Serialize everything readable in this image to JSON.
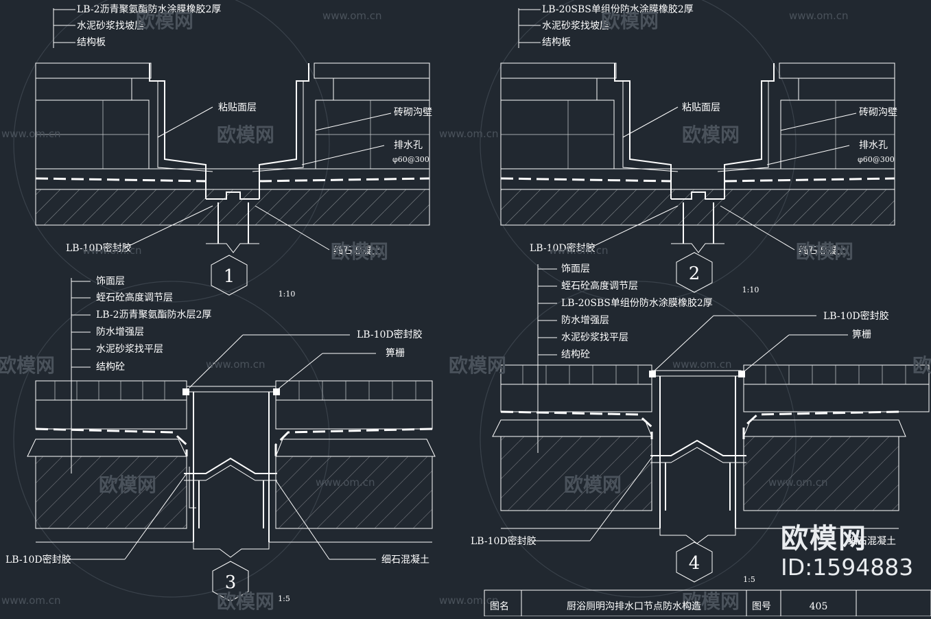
{
  "title_block": {
    "name_label": "图名",
    "title": "厨浴厕明沟排水口节点防水构造",
    "number_label": "图号",
    "number": "405"
  },
  "detail1": {
    "number": "1",
    "scale": "1:10",
    "layers": [
      "LB-2沥青聚氨酯防水涂膜橡胶2厚",
      "水泥砂浆找坡层",
      "结构板"
    ],
    "labels": {
      "finish": "粘贴面层",
      "wall": "砖砌沟壁",
      "hole": "排水孔",
      "hole_spec": "φ60@300",
      "sealant": "LB-10D密封胶",
      "concrete": "细石混凝土"
    }
  },
  "detail2": {
    "number": "2",
    "scale": "1:10",
    "layers": [
      "LB-20SBS单组份防水涂膜橡胶2厚",
      "水泥砂浆找坡层",
      "结构板"
    ],
    "labels": {
      "finish": "粘贴面层",
      "wall": "砖砌沟壁",
      "hole": "排水孔",
      "hole_spec": "φ60@300",
      "sealant": "LB-10D密封胶",
      "concrete": "细石混凝土"
    }
  },
  "detail3": {
    "number": "3",
    "scale": "1:5",
    "layers": [
      "饰面层",
      "蛭石砼高度调节层",
      "LB-2沥青聚氨酯防水层2厚",
      "防水增强层",
      "水泥砂浆找平层",
      "结构砼"
    ],
    "labels": {
      "sealant_top": "LB-10D密封胶",
      "grate": "箅栅",
      "sealant_bottom": "LB-10D密封胶",
      "concrete": "细石混凝土"
    }
  },
  "detail4": {
    "number": "4",
    "scale": "1:5",
    "layers": [
      "饰面层",
      "蛭石砼高度调节层",
      "LB-20SBS单组份防水涂膜橡胶2厚",
      "防水增强层",
      "水泥砂浆找平层",
      "结构砼"
    ],
    "labels": {
      "sealant_top": "LB-10D密封胶",
      "grate": "箅栅",
      "sealant_bottom": "LB-10D密封胶",
      "concrete": "细石混凝土"
    }
  },
  "watermarks": {
    "site": "www.om.cn",
    "brand": "欧模网",
    "id": "ID:1594883"
  },
  "colors": {
    "background": "#212830",
    "line": "#ffffff",
    "watermark": "#4a525b"
  }
}
